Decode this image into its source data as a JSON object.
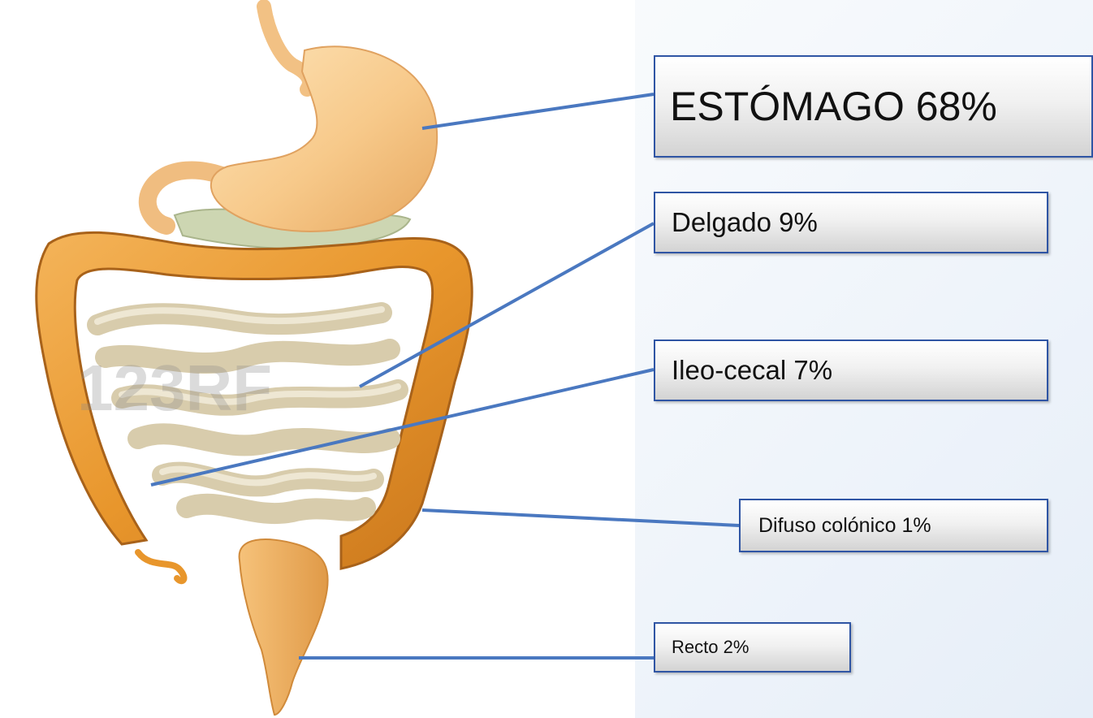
{
  "labels": {
    "stomach": "ESTÓMAGO  68%",
    "small_intestine": "Delgado  9%",
    "ileocecal": "Ileo-cecal 7%",
    "colonic": "Difuso colónico 1%",
    "rectum": "Recto 2%"
  },
  "watermark": "123RF",
  "colors": {
    "leader_line": "#4a78c0",
    "box_border": "#2f55a4",
    "colon": "#e8982e",
    "stomach": "#f6c98a",
    "small_intestine": "#e6dcc0",
    "pancreas": "#c9d3ae"
  }
}
